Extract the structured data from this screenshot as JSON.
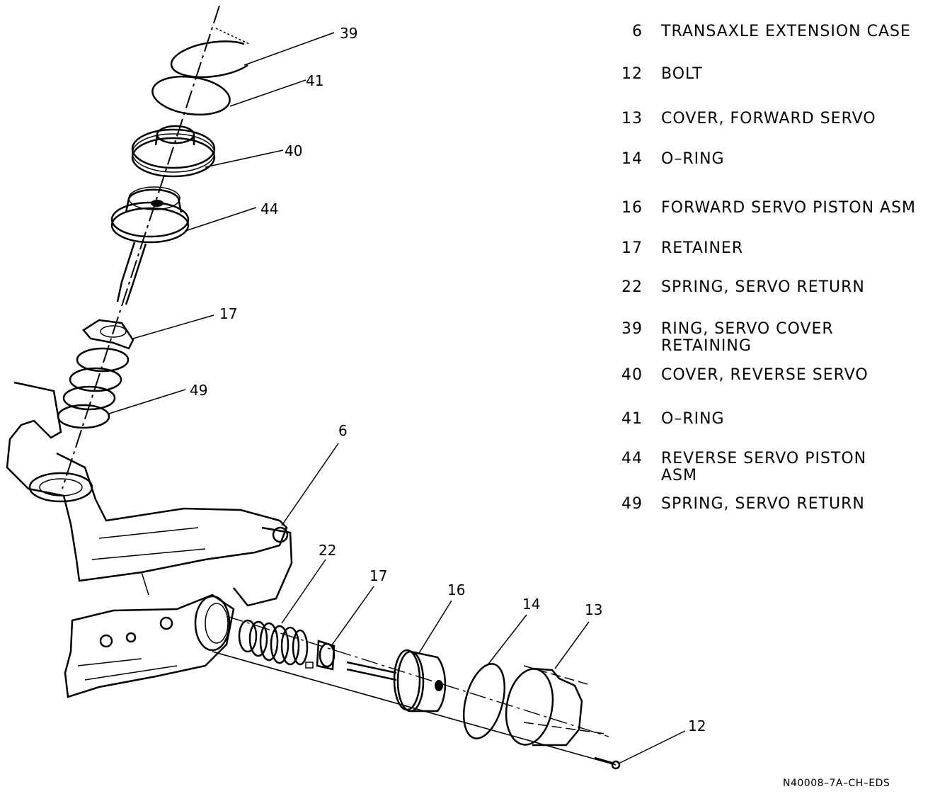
{
  "legend": [
    {
      "num": "6",
      "desc": "TRANSAXLE EXTENSION CASE"
    },
    {
      "num": "12",
      "desc": "BOLT"
    },
    {
      "num": "13",
      "desc": "COVER, FORWARD SERVO"
    },
    {
      "num": "14",
      "desc": "O–RING"
    },
    {
      "num": "16",
      "desc": "FORWARD SERVO PISTON ASM"
    },
    {
      "num": "17",
      "desc": "RETAINER"
    },
    {
      "num": "22",
      "desc": "SPRING, SERVO RETURN"
    },
    {
      "num": "39",
      "desc": "RING, SERVO COVER\nRETAINING"
    },
    {
      "num": "40",
      "desc": "COVER, REVERSE SERVO"
    },
    {
      "num": "41",
      "desc": "O–RING"
    },
    {
      "num": "44",
      "desc": "REVERSE SERVO PISTON\nASM"
    },
    {
      "num": "49",
      "desc": "SPRING, SERVO RETURN"
    }
  ],
  "callouts": {
    "c39": "39",
    "c41": "41",
    "c40": "40",
    "c44": "44",
    "c17a": "17",
    "c49": "49",
    "c6": "6",
    "c22": "22",
    "c17b": "17",
    "c16": "16",
    "c14": "14",
    "c13": "13",
    "c12": "12"
  },
  "footer": {
    "code": "N40008–7A–CH–EDS"
  }
}
